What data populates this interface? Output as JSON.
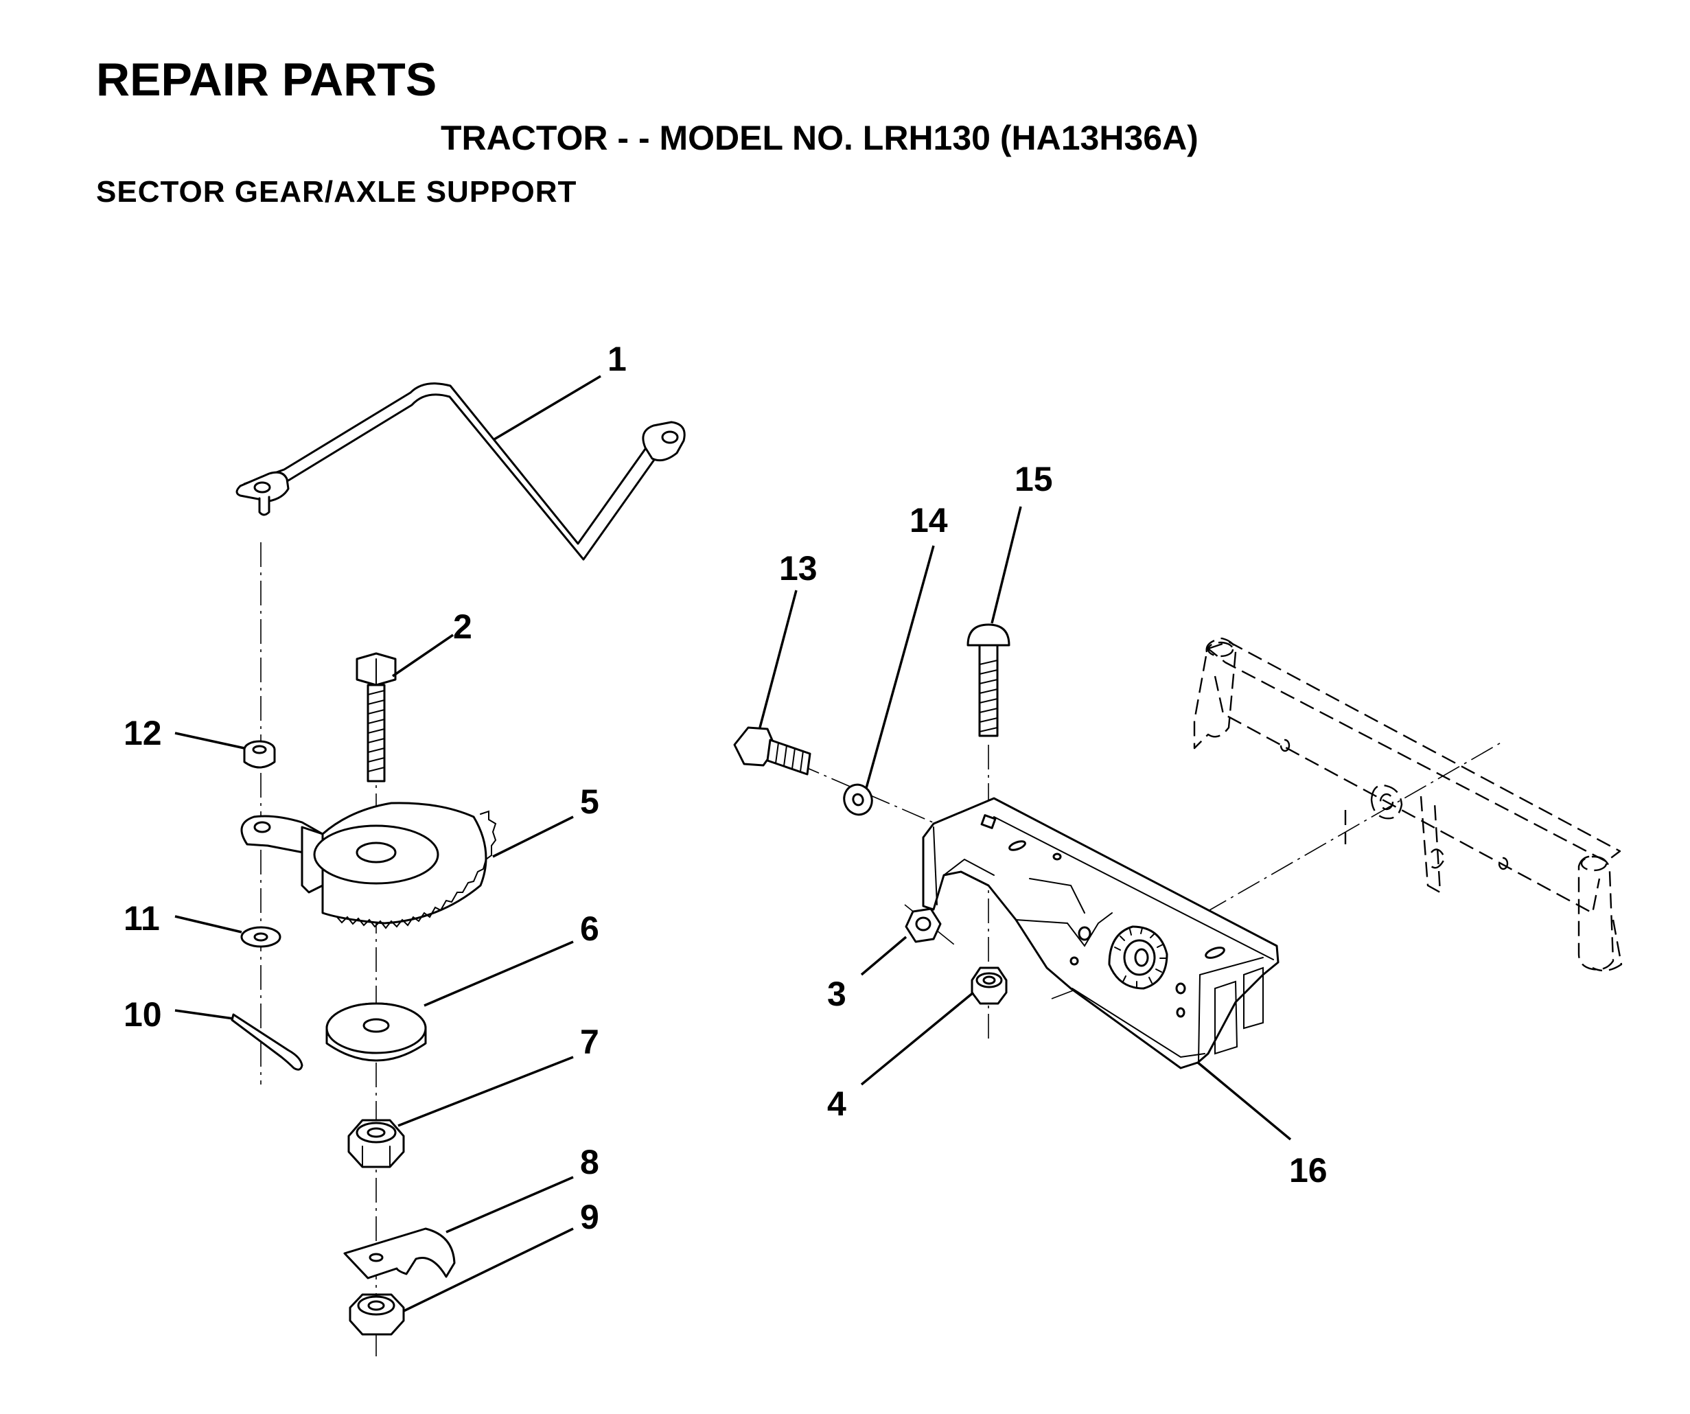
{
  "header": {
    "title": "REPAIR PARTS",
    "subtitle": "TRACTOR - - MODEL NO. LRH130 (HA13H36A)",
    "section": "SECTOR GEAR/AXLE SUPPORT"
  },
  "callouts": [
    {
      "id": "1",
      "label": "1"
    },
    {
      "id": "2",
      "label": "2"
    },
    {
      "id": "3",
      "label": "3"
    },
    {
      "id": "4",
      "label": "4"
    },
    {
      "id": "5",
      "label": "5"
    },
    {
      "id": "6",
      "label": "6"
    },
    {
      "id": "7",
      "label": "7"
    },
    {
      "id": "8",
      "label": "8"
    },
    {
      "id": "9",
      "label": "9"
    },
    {
      "id": "10",
      "label": "10"
    },
    {
      "id": "11",
      "label": "11"
    },
    {
      "id": "12",
      "label": "12"
    },
    {
      "id": "13",
      "label": "13"
    },
    {
      "id": "14",
      "label": "14"
    },
    {
      "id": "15",
      "label": "15"
    },
    {
      "id": "16",
      "label": "16"
    }
  ]
}
